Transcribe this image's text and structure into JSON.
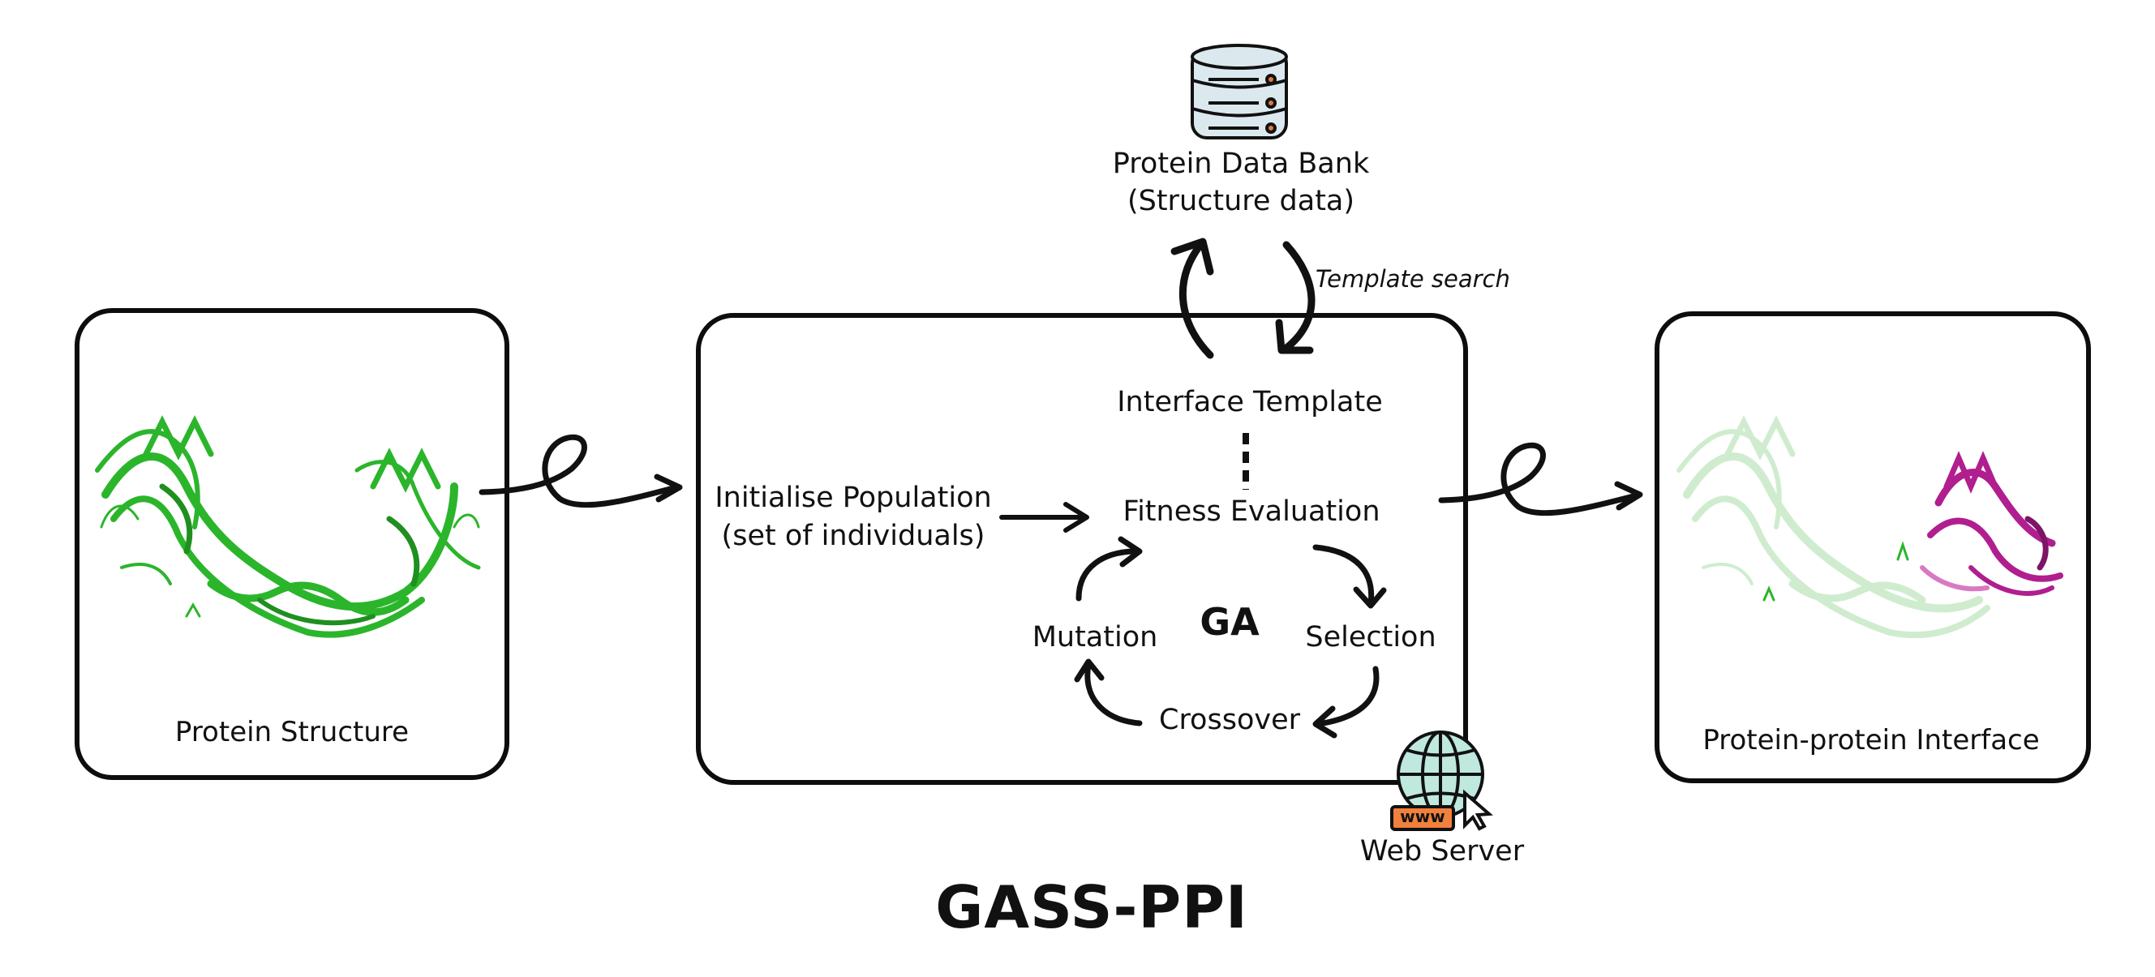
{
  "title": "GASS-PPI",
  "colors": {
    "stroke": "#111111",
    "protein_green": "#2bb52b",
    "protein_light": "#cfeccf",
    "protein_magenta": "#b01e8f",
    "db_fill": "#dbe9ef",
    "db_dot": "#e07a3c",
    "globe_fill": "#bfe8de",
    "www_fill": "#f0813c"
  },
  "left_panel": {
    "label": "Protein Structure",
    "image_icon": "protein-ribbon-green"
  },
  "right_panel": {
    "label": "Protein-protein Interface",
    "image_icon": "protein-ribbon-complex"
  },
  "database": {
    "icon": "database-icon",
    "line1": "Protein Data Bank",
    "line2": "(Structure data)"
  },
  "template_search_label": "Template search",
  "center": {
    "initialise_line1": "Initialise Population",
    "initialise_line2": "(set of individuals)",
    "interface_template": "Interface Template",
    "fitness_evaluation": "Fitness Evaluation",
    "ga": "GA",
    "mutation": "Mutation",
    "selection": "Selection",
    "crossover": "Crossover"
  },
  "web_server": {
    "label": "Web Server",
    "icon": "globe-icon",
    "badge": "www"
  }
}
